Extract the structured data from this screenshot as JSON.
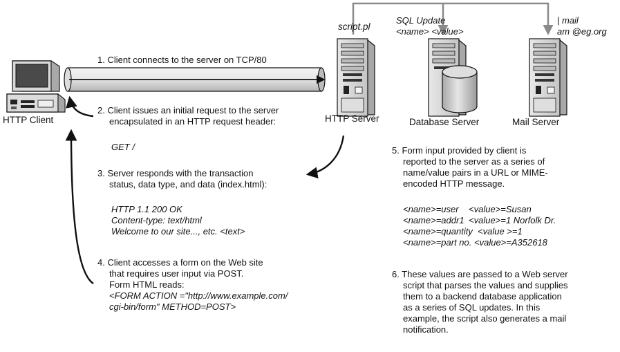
{
  "nodes": {
    "client": "HTTP Client",
    "http_server": "HTTP Server",
    "db_server": "Database Server",
    "mail_server": "Mail Server"
  },
  "labels": {
    "script": "script.pl",
    "sql_update_1": "SQL Update",
    "sql_update_2": "<name> <value>",
    "mail_1": "| mail",
    "mail_2": "am @eg.org"
  },
  "steps": {
    "s1": "1. Client connects to the server on TCP/80",
    "s2_1": "2. Client issues an initial request to the server",
    "s2_2": "encapsulated in an HTTP request header:",
    "s2_code": "GET /",
    "s3_1": "3. Server responds with the transaction",
    "s3_2": "status, data type, and data (index.html):",
    "s3_code_1": "HTTP 1.1 200 OK",
    "s3_code_2": "Content-type: text/html",
    "s3_code_3": "Welcome to our site..., etc. <text>",
    "s4_1": "4. Client accesses a form on the Web site",
    "s4_2": "that requires user input via POST.",
    "s4_3": "Form HTML reads:",
    "s4_code_1": "<FORM ACTION =\"http://www.example.com/",
    "s4_code_2": "cgi-bin/form\" METHOD=POST>",
    "s5_1": "5. Form input provided by client is",
    "s5_2": "reported to the server as a series of",
    "s5_3": "name/value pairs in a URL or MIME-",
    "s5_4": "encoded HTTP message.",
    "s6_1": "6. These values are passed to a Web server",
    "s6_2": "script that parses the values and supplies",
    "s6_3": "them to a backend database application",
    "s6_4": "as a series of SQL updates. In this",
    "s6_5": "example, the script also generates a mail",
    "s6_6": "notification."
  },
  "pairs": [
    {
      "name": "<name>=user",
      "value": "<value>=Susan"
    },
    {
      "name": "<name>=addr1",
      "value": "<value>=1 Norfolk Dr."
    },
    {
      "name": "<name>=quantity",
      "value": "<value >=1"
    },
    {
      "name": "<name>=part no.",
      "value": "<value>=A352618"
    }
  ]
}
